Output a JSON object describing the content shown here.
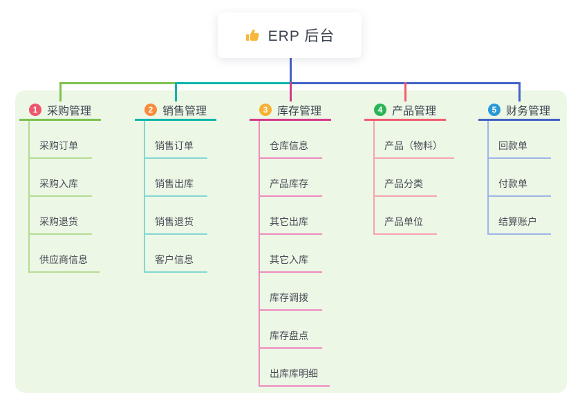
{
  "root": {
    "title": "ERP 后台",
    "icon": "thumbs-up",
    "icon_color": "#f5b73e"
  },
  "canvas": {
    "panel_bg": "#ecf7e6",
    "root_line_color": "#4161c6"
  },
  "connector_segments": [
    {
      "name": "left",
      "color": "#7cc24e"
    },
    {
      "name": "middle",
      "color": "#0ab5a9"
    },
    {
      "name": "right",
      "color": "#4161c6"
    }
  ],
  "branches": [
    {
      "index": "1",
      "title": "采购管理",
      "badge_color": "#f0566b",
      "line_color": "#7cc24e",
      "child_line_color": "#b4dc92",
      "children": [
        "采购订单",
        "采购入库",
        "采购退货",
        "供应商信息"
      ]
    },
    {
      "index": "2",
      "title": "销售管理",
      "badge_color": "#f98a3c",
      "line_color": "#0ab5a9",
      "child_line_color": "#84d7cf",
      "children": [
        "销售订单",
        "销售出库",
        "销售退货",
        "客户信息"
      ]
    },
    {
      "index": "3",
      "title": "库存管理",
      "badge_color": "#f8b133",
      "line_color": "#d43a88",
      "child_line_color": "#ee8abd",
      "children": [
        "仓库信息",
        "产品库存",
        "其它出库",
        "其它入库",
        "库存调拨",
        "库存盘点",
        "出库库明细"
      ]
    },
    {
      "index": "4",
      "title": "产品管理",
      "badge_color": "#2db456",
      "line_color": "#f25b6e",
      "child_line_color": "#f7a3ad",
      "children": [
        "产品（物料）",
        "产品分类",
        "产品单位"
      ]
    },
    {
      "index": "5",
      "title": "财务管理",
      "badge_color": "#2a9ad6",
      "line_color": "#4161c6",
      "child_line_color": "#9fb4e4",
      "children": [
        "回款单",
        "付款单",
        "结算账户"
      ]
    }
  ]
}
